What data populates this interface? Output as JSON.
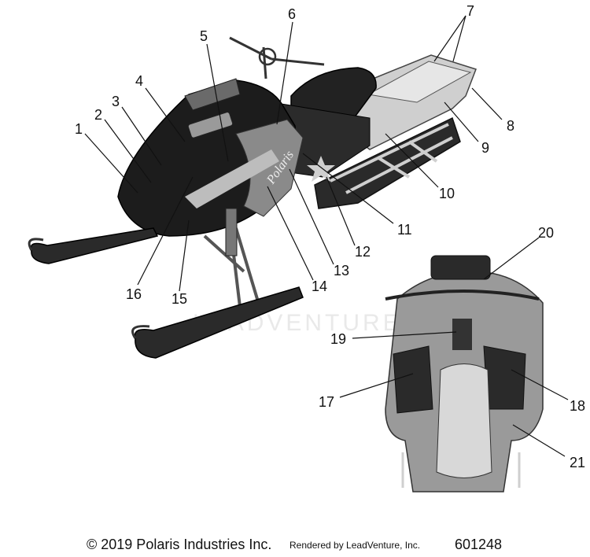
{
  "watermark": "LEADVENTURE",
  "callouts": [
    {
      "id": "1",
      "label": "1"
    },
    {
      "id": "2",
      "label": "2"
    },
    {
      "id": "3",
      "label": "3"
    },
    {
      "id": "4",
      "label": "4"
    },
    {
      "id": "5",
      "label": "5"
    },
    {
      "id": "6",
      "label": "6"
    },
    {
      "id": "7",
      "label": "7"
    },
    {
      "id": "8",
      "label": "8"
    },
    {
      "id": "9",
      "label": "9"
    },
    {
      "id": "10",
      "label": "10"
    },
    {
      "id": "11",
      "label": "11"
    },
    {
      "id": "12",
      "label": "12"
    },
    {
      "id": "13",
      "label": "13"
    },
    {
      "id": "14",
      "label": "14"
    },
    {
      "id": "15",
      "label": "15"
    },
    {
      "id": "16",
      "label": "16"
    },
    {
      "id": "17",
      "label": "17"
    },
    {
      "id": "18",
      "label": "18"
    },
    {
      "id": "19",
      "label": "19"
    },
    {
      "id": "20",
      "label": "20"
    },
    {
      "id": "21",
      "label": "21"
    }
  ],
  "footer": {
    "copyright": "© 2019 Polaris Industries Inc.",
    "rendered_by": "Rendered by LeadVenture, Inc.",
    "part_number": "601248"
  },
  "colors": {
    "body_dark": "#1c1c1c",
    "body_mid": "#5a5a5a",
    "body_light": "#bdbdbd",
    "rail": "#d8d8d8"
  }
}
